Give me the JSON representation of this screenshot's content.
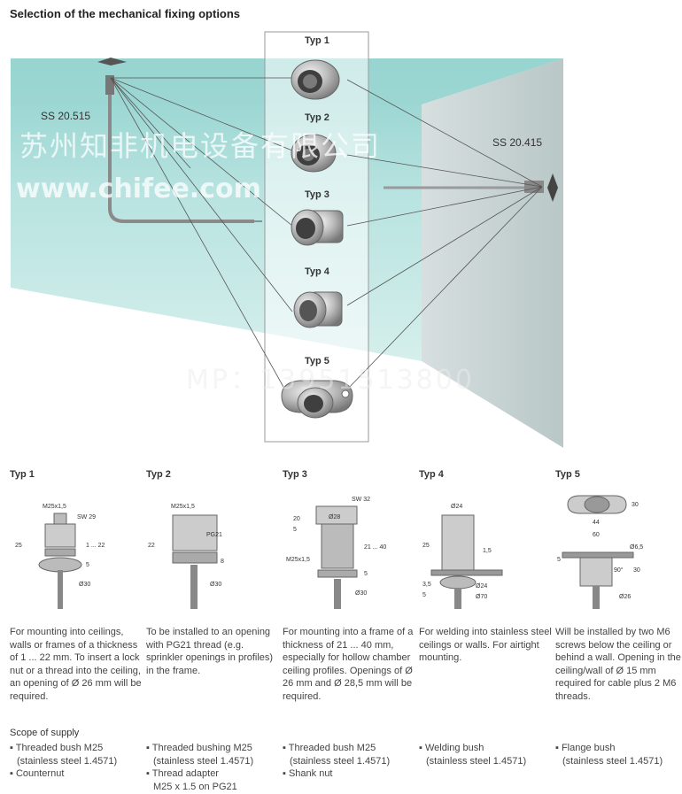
{
  "page": {
    "title": "Selection of the mechanical fixing options"
  },
  "scene": {
    "labels": {
      "left_sensor": "SS 20.515",
      "right_sensor": "SS 20.415"
    },
    "types": [
      "Typ 1",
      "Typ 2",
      "Typ 3",
      "Typ 4",
      "Typ 5"
    ],
    "watermarks": {
      "company": "苏州知非机电设备有限公司",
      "url": "www.chifee.com",
      "phone": "MP：13951513800"
    }
  },
  "columns": [
    {
      "heading": "Typ 1",
      "dims": [
        "M25x1,5",
        "SW 29",
        "25",
        "1 ... 22",
        "5",
        "Ø30"
      ],
      "description": "For mounting into ceilings, walls or frames of a thickness of 1 ... 22 mm. To insert a lock nut or a thread into the ceiling, an opening of Ø 26 mm will be required."
    },
    {
      "heading": "Typ 2",
      "dims": [
        "M25x1,5",
        "PG21",
        "22",
        "8",
        "Ø30"
      ],
      "description": "To be installed to an opening with PG21 thread (e.g. sprinkler openings in profiles) in the frame."
    },
    {
      "heading": "Typ 3",
      "dims": [
        "SW 32",
        "Ø28",
        "M25x1,5",
        "20",
        "5",
        "21 ... 40",
        "5",
        "Ø30"
      ],
      "description": "For mounting into a frame of a thickness of 21 ... 40 mm, especially for hollow chamber ceiling profiles. Openings of Ø 26 mm and Ø 28,5 mm will be required."
    },
    {
      "heading": "Typ 4",
      "dims": [
        "Ø24",
        "25",
        "1,5",
        "3,5",
        "5",
        "Ø24",
        "Ø70"
      ],
      "description": "For welding into stainless steel ceilings or walls. For airtight mounting."
    },
    {
      "heading": "Typ 5",
      "dims": [
        "30",
        "44",
        "60",
        "5",
        "Ø6,5",
        "90°",
        "30",
        "Ø26"
      ],
      "description": "Will be installed by two M6 screws below the ceiling or behind a wall. Opening in the ceiling/wall of Ø 15 mm required for cable plus 2 M6 threads."
    }
  ],
  "scope": {
    "heading": "Scope of supply",
    "items": [
      [
        "▪ Threaded bush M25",
        "(stainless steel 1.4571)",
        "▪ Counternut"
      ],
      [
        "▪ Threaded bushing M25",
        "(stainless steel 1.4571)",
        "▪ Thread adapter",
        "M25 x 1.5 on PG21"
      ],
      [
        "▪ Threaded bush M25",
        "(stainless steel 1.4571)",
        "▪ Shank nut"
      ],
      [
        "▪ Welding bush",
        "(stainless steel 1.4571)"
      ],
      [
        "▪ Flange bush",
        "(stainless steel 1.4571)"
      ]
    ]
  }
}
